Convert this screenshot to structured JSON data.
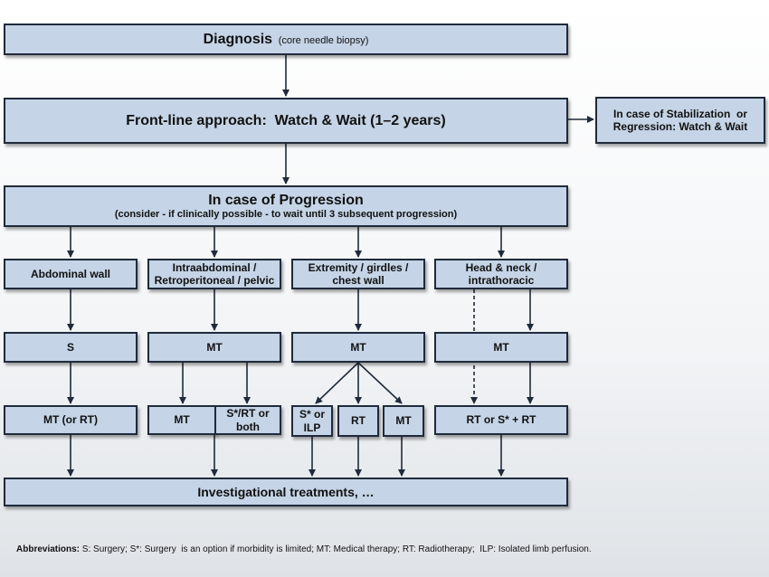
{
  "diagnosis": {
    "title": "Diagnosis",
    "sub": "(core needle biopsy)"
  },
  "frontline": "Front-line approach:  Watch & Wait (1–2 years)",
  "stabilization": {
    "line1": "In case of Stabilization  or",
    "line2": "Regression: Watch & Wait"
  },
  "progression": {
    "title": "In case of Progression",
    "sub": "(consider - if clinically possible - to wait until 3 subsequent progression)"
  },
  "sites": {
    "abdominal": "Abdominal wall",
    "intra": {
      "line1": "Intraabdominal /",
      "line2": "Retroperitoneal / pelvic"
    },
    "extremity": {
      "line1": "Extremity / girdles /",
      "line2": "chest wall"
    },
    "head": {
      "line1": "Head & neck /",
      "line2": "intrathoracic"
    }
  },
  "treat1": {
    "s": "S",
    "mt2": "MT",
    "mt3": "MT",
    "mt4": "MT"
  },
  "treat2": {
    "mt_or_rt": "MT (or RT)",
    "mt": "MT",
    "srt": {
      "line1": "S*/RT or",
      "line2": "both"
    },
    "silp": {
      "line1": "S* or",
      "line2": "ILP"
    },
    "rt": "RT",
    "mt_ext": "MT",
    "rt_or_s": "RT or S* + RT"
  },
  "investigational": "Investigational treatments, …",
  "abbreviations": {
    "label": "Abbreviations:",
    "text": " S: Surgery; S*: Surgery  is an option if morbidity is limited; MT: Medical therapy; RT: Radiotherapy;  ILP: Isolated limb perfusion."
  }
}
